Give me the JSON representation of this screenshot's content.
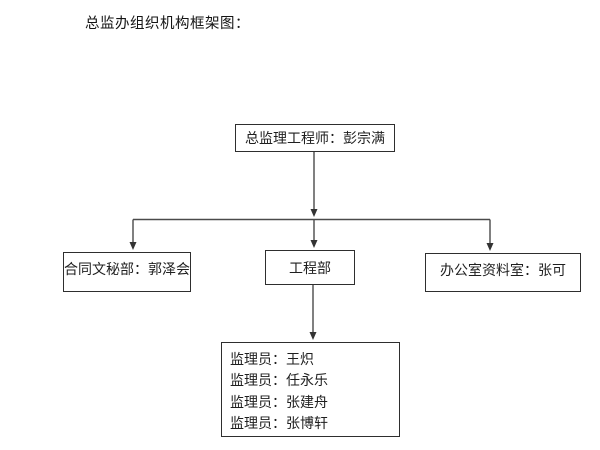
{
  "page": {
    "title": "总监办组织机构框架图："
  },
  "org": {
    "root": {
      "label": "总监理工程师：彭宗满"
    },
    "departments": [
      {
        "label": "合同文秘部：郭泽会"
      },
      {
        "label": "工程部"
      },
      {
        "label": "办公室资料室：张可"
      }
    ],
    "supervisors": {
      "lines": [
        "监理员：王炽",
        "监理员：任永乐",
        "监理员：张建舟",
        "监理员：张博轩"
      ]
    }
  },
  "colors": {
    "line": "#4a4a4a",
    "arrow": "#333333",
    "border": "#2e2e2e",
    "text": "#1f1f1f"
  }
}
